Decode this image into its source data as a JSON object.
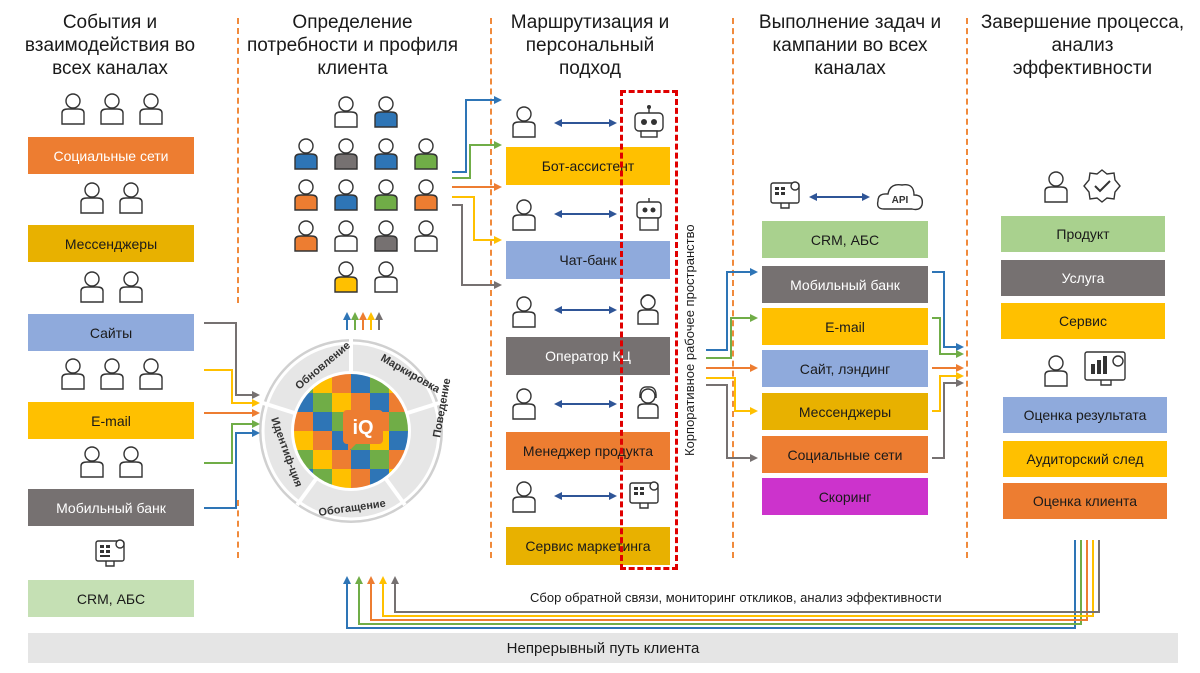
{
  "columns": {
    "events": "События и\nвзаимодействия во\nвсех каналах",
    "profile": "Определение\nпотребности и профиля\nклиента",
    "routing": "Маршрутизация и\nперсональный\nподход",
    "execution": "Выполнение задач и\nкампании во всех\nканалах",
    "completion": "Завершение процесса,\nанализ\nэффективности"
  },
  "channels": [
    {
      "label": "Социальные сети",
      "color": "#ed7d31"
    },
    {
      "label": "Мессенджеры",
      "color": "#e8b100"
    },
    {
      "label": "Сайты",
      "color": "#8faadc"
    },
    {
      "label": "E-mail",
      "color": "#ffc000"
    },
    {
      "label": "Мобильный банк",
      "color": "#767171"
    },
    {
      "label": "CRM, АБС",
      "color": "#c5e0b4"
    }
  ],
  "wheel": {
    "logo": "iQ",
    "segments": [
      "Маркировка",
      "Поведение",
      "Обогащение",
      "Идентиф-ция",
      "Обновление"
    ]
  },
  "routing_boxes": [
    {
      "label": "Бот-ассистент",
      "color": "#ffc000"
    },
    {
      "label": "Чат-банк",
      "color": "#8faadc"
    },
    {
      "label": "Оператор КЦ",
      "color": "#767171"
    },
    {
      "label": "Менеджер продукта",
      "color": "#ed7d31"
    },
    {
      "label": "Сервис маркетинга",
      "color": "#e8b100"
    }
  ],
  "workspace_label": "Корпоративное рабочее пространство",
  "execution_top": {
    "label": "CRM, АБС",
    "color": "#a9d18e"
  },
  "api_label": "API",
  "execution_boxes": [
    {
      "label": "Мобильный банк",
      "color": "#767171"
    },
    {
      "label": "E-mail",
      "color": "#ffc000"
    },
    {
      "label": "Сайт, лэндинг",
      "color": "#8faadc"
    },
    {
      "label": "Мессенджеры",
      "color": "#e8b100"
    },
    {
      "label": "Социальные сети",
      "color": "#ed7d31"
    },
    {
      "label": "Скоринг",
      "color": "#cc33cc"
    }
  ],
  "completion_top": [
    {
      "label": "Продукт",
      "color": "#a9d18e"
    },
    {
      "label": "Услуга",
      "color": "#767171"
    },
    {
      "label": "Сервис",
      "color": "#ffc000"
    }
  ],
  "completion_bottom": [
    {
      "label": "Оценка результата",
      "color": "#8faadc"
    },
    {
      "label": "Аудиторский след",
      "color": "#ffc000"
    },
    {
      "label": "Оценка клиента",
      "color": "#ed7d31"
    }
  ],
  "feedback": "Сбор обратной связи, мониторинг откликов, анализ эффективности",
  "journey": "Непрерывный путь клиента",
  "colors": {
    "blue": "#2e75b6",
    "green": "#70ad47",
    "orange": "#ed7d31",
    "yellow": "#ffc000",
    "gray": "#767171",
    "divider": "#f08a3c",
    "workspace_border": "#e00000"
  }
}
